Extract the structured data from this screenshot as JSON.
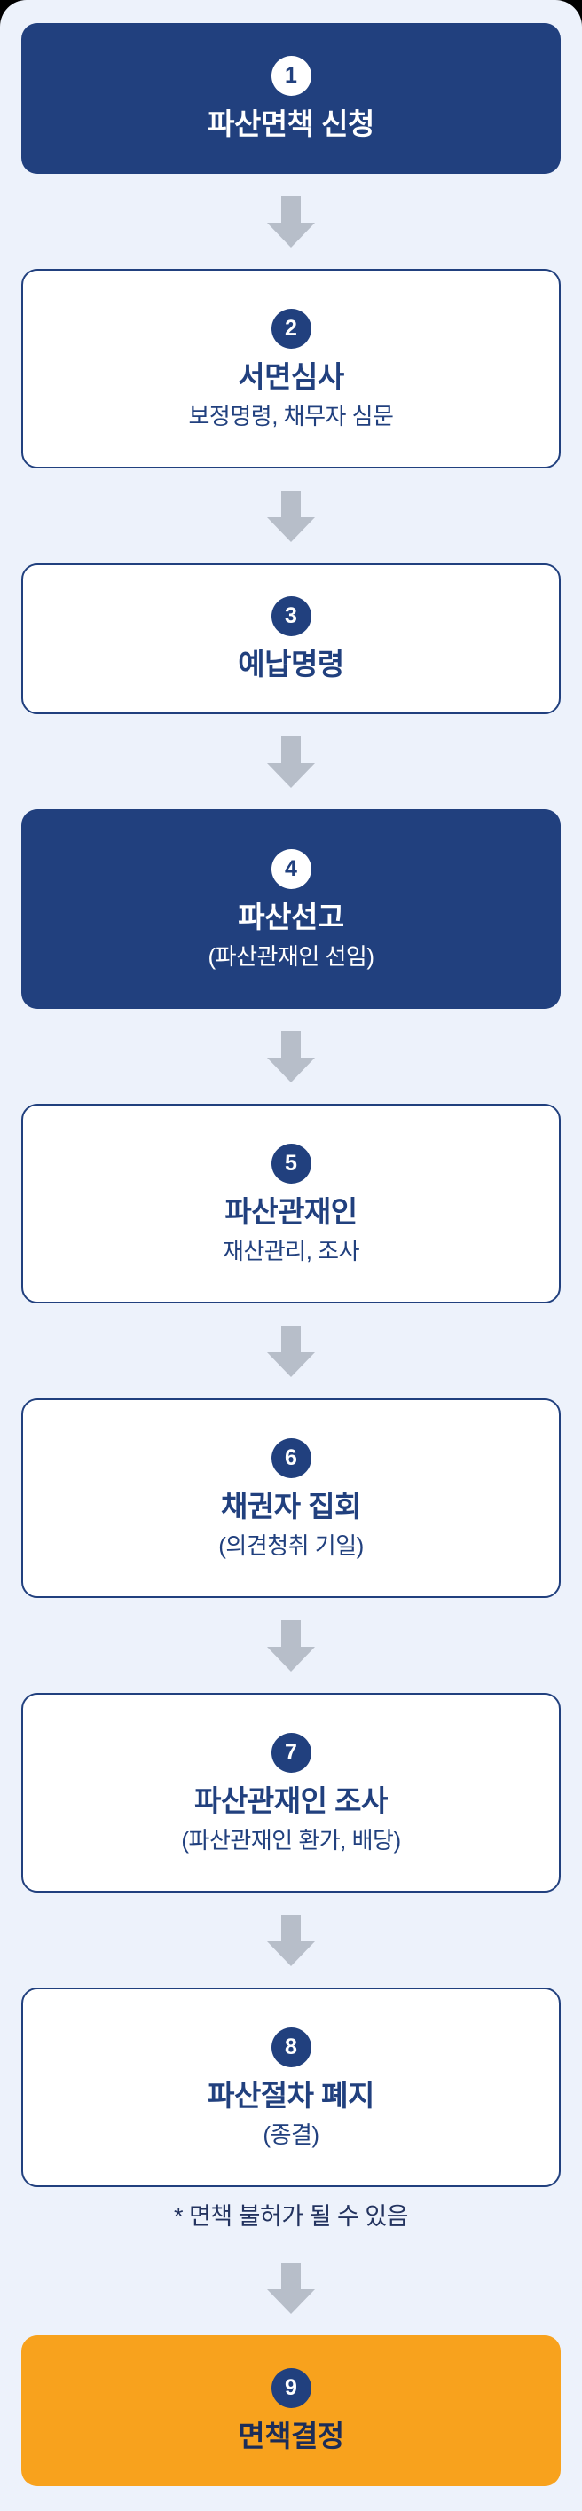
{
  "colors": {
    "background": "#edf2fb",
    "navy": "#21407e",
    "orange": "#f8a21d",
    "arrow_gray": "#b7bec9",
    "white": "#ffffff"
  },
  "steps": [
    {
      "number": "1",
      "title": "파산면책 신청",
      "subtitle": "",
      "variant": "dark"
    },
    {
      "number": "2",
      "title": "서면심사",
      "subtitle": "보정명령, 채무자 심문",
      "variant": "light"
    },
    {
      "number": "3",
      "title": "예납명령",
      "subtitle": "",
      "variant": "light"
    },
    {
      "number": "4",
      "title": "파산선고",
      "subtitle": "(파산관재인 선임)",
      "variant": "dark"
    },
    {
      "number": "5",
      "title": "파산관재인",
      "subtitle": "재산관리, 조사",
      "variant": "light"
    },
    {
      "number": "6",
      "title": "채권자 집회",
      "subtitle": "(의견청취 기일)",
      "variant": "light"
    },
    {
      "number": "7",
      "title": "파산관재인 조사",
      "subtitle": "(파산관재인 환가, 배당)",
      "variant": "light"
    },
    {
      "number": "8",
      "title": "파산절차 폐지",
      "subtitle": "(종결)",
      "variant": "light"
    },
    {
      "number": "9",
      "title": "면책결정",
      "subtitle": "",
      "variant": "orange"
    }
  ],
  "note": "* 면책 불허가 될 수 있음"
}
